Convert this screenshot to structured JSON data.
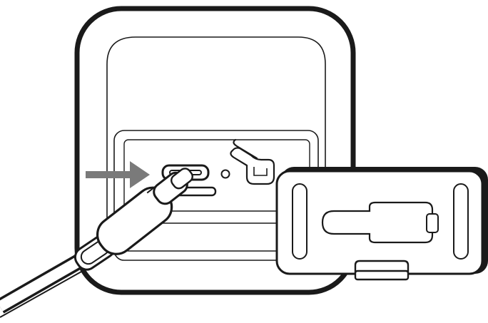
{
  "illustration": {
    "subject": "usb-c-cable-charging-device",
    "parts": {
      "device_body": "device-body",
      "port_panel": "port-panel",
      "usb_port": "usb-c-port",
      "indicator_led": "indicator-led",
      "mount_bracket": "mount-bracket",
      "cable": "usb-c-cable",
      "insert_arrow": "arrow-right-icon"
    },
    "colors": {
      "stroke": "#1a1a1a",
      "fill": "#ffffff",
      "arrow": "#7a7a7a",
      "shade": "#eeeeee"
    }
  }
}
